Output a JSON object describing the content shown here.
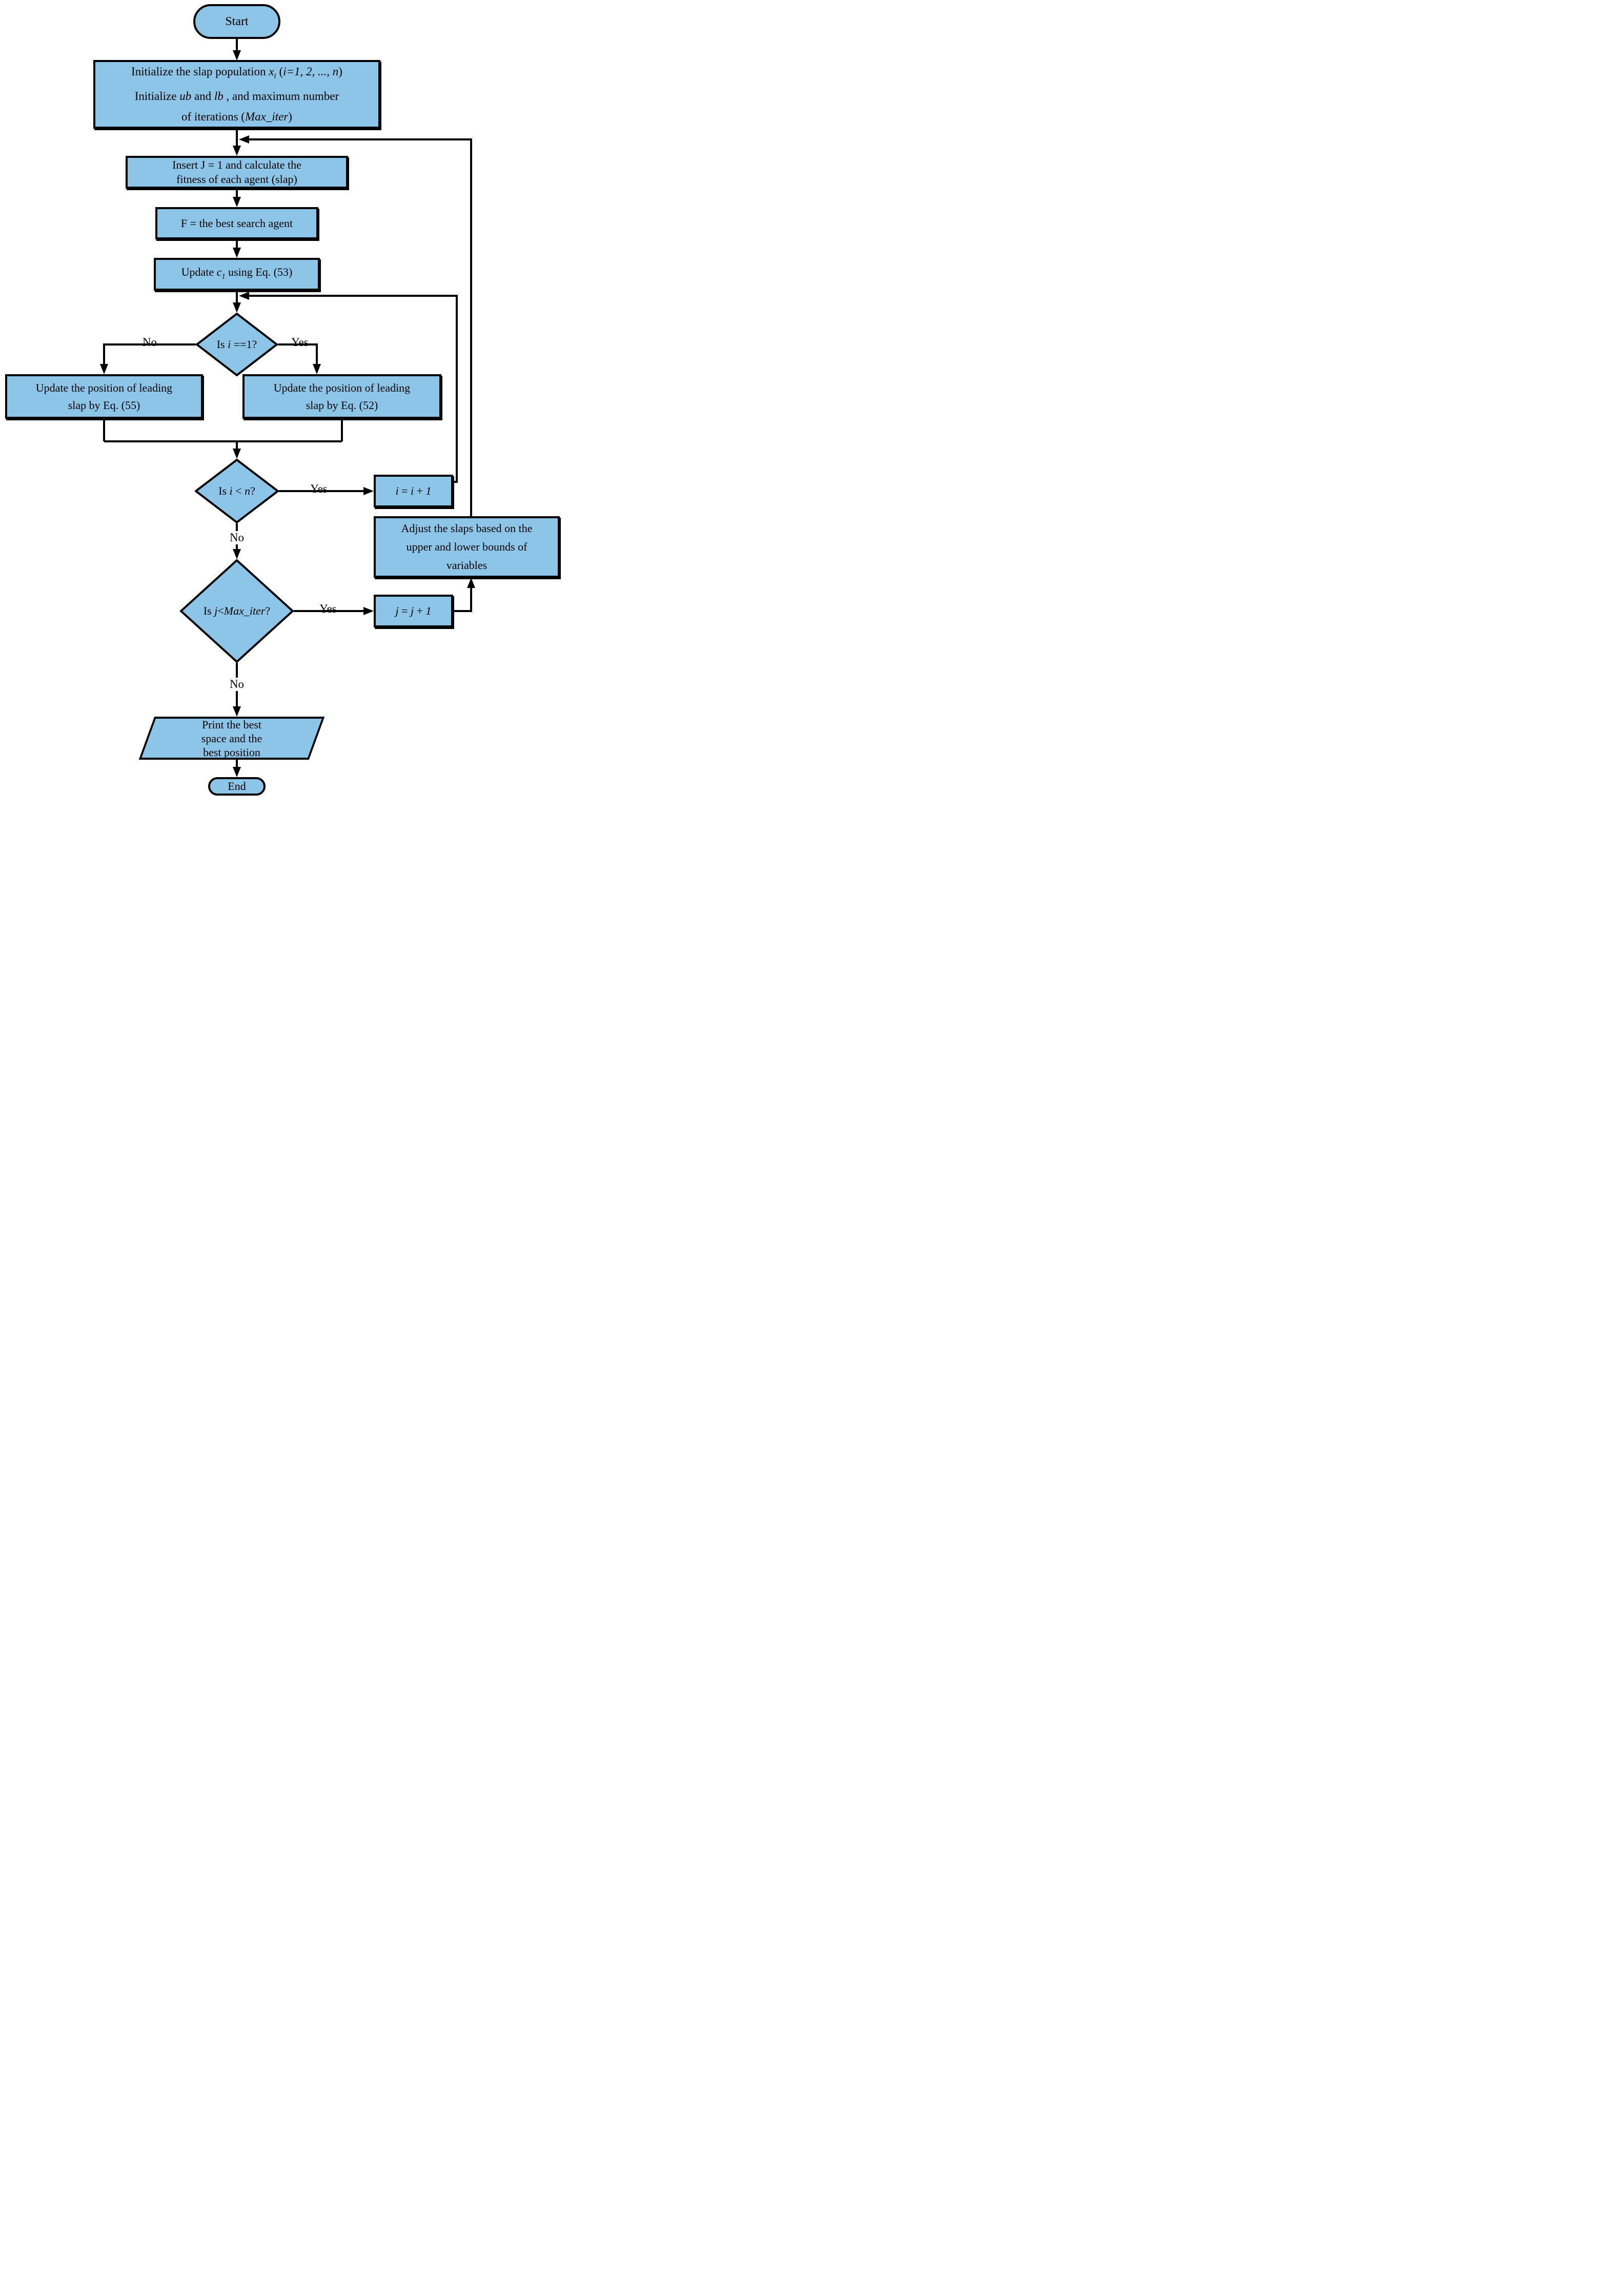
{
  "colors": {
    "node_fill": "#8DC5E8",
    "line": "#000000",
    "background": "#FFFFFF"
  },
  "flow": {
    "start": {
      "label": "Start"
    },
    "init": {
      "lines_html": [
        "Initialize the slap population <i>x<sub>i</sub></i> (<i>i=1, 2, ..., n</i>)",
        "Initialize <i>ub</i> and <i>lb</i> , and maximum number",
        "of iterations (<i>Max_iter</i>)"
      ]
    },
    "insert_j": {
      "lines_html": [
        "Insert J = 1 and calculate the",
        "fitness of each agent (slap)"
      ]
    },
    "best_agent": {
      "html": "F = the best search agent"
    },
    "update_c1": {
      "html": "Update <i>c<sub>1</sub></i> using Eq. (53)"
    },
    "decision_i_eq_1": {
      "html": "Is <i>i</i> ==1?"
    },
    "update_eq55": {
      "lines_html": [
        "Update the position of leading",
        "slap by Eq. (55)"
      ]
    },
    "update_eq52": {
      "lines_html": [
        "Update the position of leading",
        "slap by Eq. (52)"
      ]
    },
    "decision_i_lt_n": {
      "html": "Is <i>i</i> &lt; <i>n</i>?"
    },
    "increment_i": {
      "html": "<i>i</i> = <i>i</i> + <i>1</i>"
    },
    "decision_j_lt_max": {
      "html": "Is <i>j</i>&lt;<i>Max_iter</i>?"
    },
    "increment_j": {
      "html": "<i>j</i> = <i>j</i> + <i>1</i>"
    },
    "adjust": {
      "lines_html": [
        "Adjust the slaps based on the",
        "upper and lower bounds of",
        "variables"
      ]
    },
    "print_output": {
      "lines_html": [
        "Print the best",
        "space and the",
        "best position"
      ]
    },
    "end": {
      "label": "End"
    },
    "branch_labels": {
      "no1": "No",
      "yes1": "Yes",
      "yes2": "Yes",
      "no2": "No",
      "yes3": "Yes",
      "no3": "No"
    }
  }
}
